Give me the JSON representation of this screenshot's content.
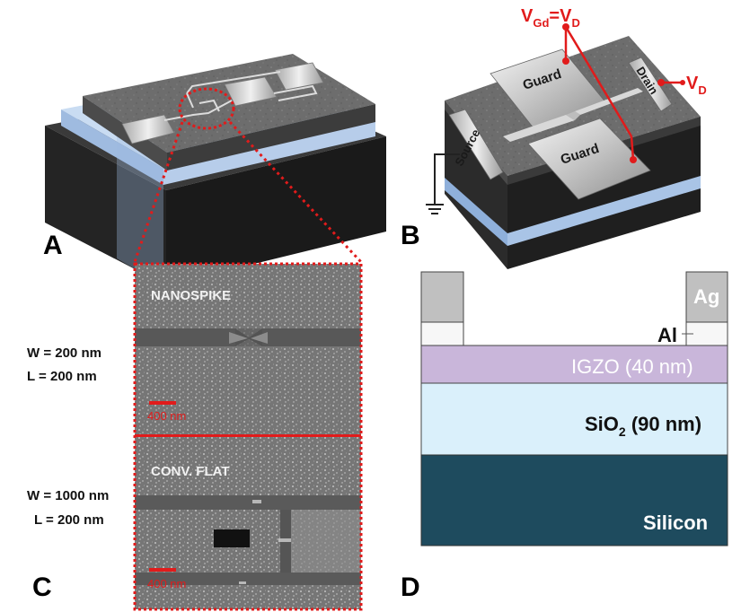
{
  "panels": {
    "a": "A",
    "b": "B",
    "c": "C",
    "d": "D"
  },
  "panel_b": {
    "guard_top": "Guard",
    "guard_bottom": "Guard",
    "source": "Source",
    "drain": "Drain",
    "vgd_label_v": "V",
    "vgd_label_sub": "Gd",
    "vgd_label_eq": "=V",
    "vgd_label_sub2": "D",
    "vd_label_v": "V",
    "vd_label_sub": "D"
  },
  "panel_c": {
    "nanospike_title": "NANOSPIKE",
    "conv_title": "CONV. FLAT",
    "w1": "W = 200 nm",
    "l1": "L = 200 nm",
    "w2": "W = 1000 nm",
    "l2": "L = 200 nm",
    "scale1": "400 nm",
    "scale2": "400 nm"
  },
  "panel_d": {
    "ag": "Ag",
    "al": "Al",
    "igzo": "IGZO (40 nm)",
    "sio2_main": "SiO",
    "sio2_sub": "2",
    "sio2_rest": " (90 nm)",
    "silicon": "Silicon",
    "colors": {
      "igzo": "#c9b6da",
      "sio2": "#daf0fb",
      "silicon": "#1e4b5e",
      "pad": "#c0c0c0"
    }
  },
  "colors": {
    "accent_red": "#e11b1b",
    "dark_gray": "#5a5a5a",
    "glass_blue": "#a9c4e6"
  }
}
